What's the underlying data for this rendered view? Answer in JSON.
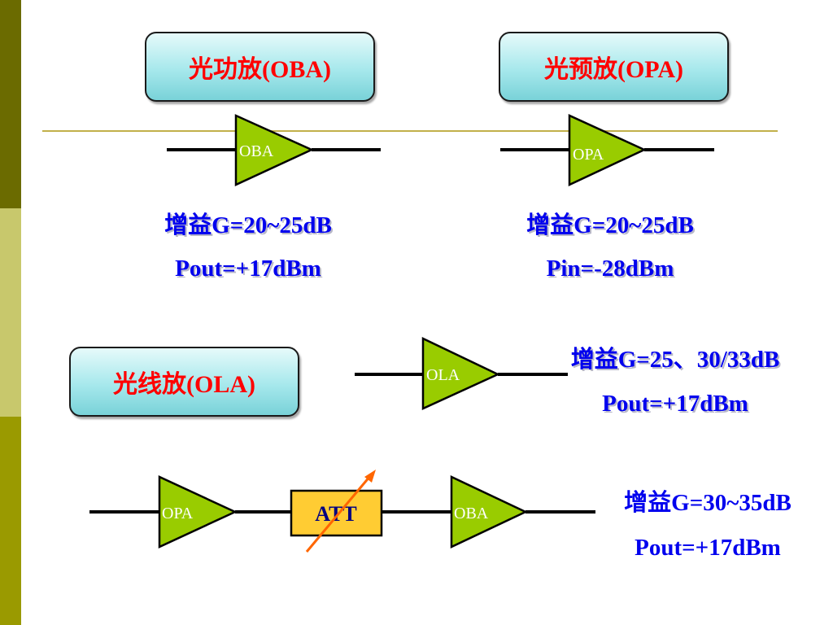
{
  "boxes": {
    "oba": "光功放(OBA)",
    "opa": "光预放(OPA)",
    "ola": "光线放(OLA)"
  },
  "amplifiers": {
    "oba_top": "OBA",
    "opa_top": "OPA",
    "ola_mid": "OLA",
    "opa_bottom": "OPA",
    "att": "ATT",
    "oba_bottom": "OBA"
  },
  "specs": {
    "oba": {
      "gain": "增益G=20~25dB",
      "power": "Pout=+17dBm"
    },
    "opa": {
      "gain": "增益G=20~25dB",
      "power": "Pin=-28dBm"
    },
    "ola": {
      "gain": "增益G=25、30/33dB",
      "power": "Pout=+17dBm"
    },
    "chain": {
      "gain": "增益G=30~35dB",
      "power": "Pout=+17dBm"
    }
  },
  "colors": {
    "amplifier_fill": "#99cc00",
    "att_fill": "#ffcc33",
    "arrow": "#ff6600",
    "spec_text": "#0000ee",
    "box_text": "#ff0000"
  }
}
